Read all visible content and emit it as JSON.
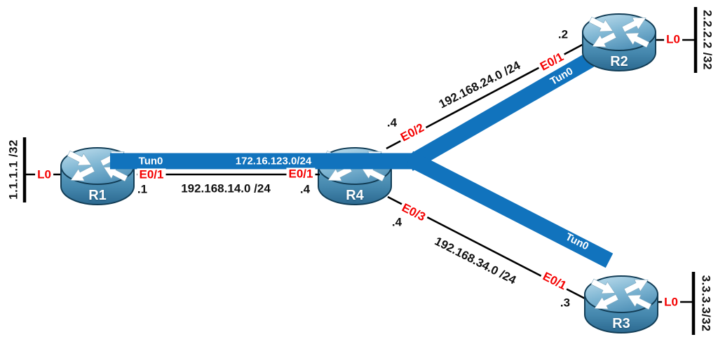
{
  "routers": {
    "r1": {
      "name": "R1"
    },
    "r2": {
      "name": "R2"
    },
    "r3": {
      "name": "R3"
    },
    "r4": {
      "name": "R4"
    }
  },
  "loopbacks": {
    "r1": {
      "iface": "L0",
      "network": "1.1.1.1 /32"
    },
    "r2": {
      "iface": "L0",
      "network": "2.2.2.2 /32"
    },
    "r3": {
      "iface": "L0",
      "network": "3.3.3.3/32"
    }
  },
  "links": {
    "r1_r4": {
      "network": "192.168.14.0 /24",
      "r1_iface": "E0/1",
      "r1_ip": ".1",
      "r4_iface": "E0/1",
      "r4_ip": ".4"
    },
    "r4_r2": {
      "network": "192.168.24.0 /24",
      "r4_iface": "E0/2",
      "r4_ip": ".4",
      "r2_iface": "E0/1",
      "r2_ip": ".2"
    },
    "r4_r3": {
      "network": "192.168.34.0 /24",
      "r4_iface": "E0/3",
      "r4_ip": ".4",
      "r3_iface": "E0/1",
      "r3_ip": ".3"
    }
  },
  "tunnels": {
    "network": "172.16.123.0/24",
    "r1_label": "Tun0",
    "r2_label": "Tun0",
    "r3_label": "Tun0"
  },
  "colors": {
    "tunnel_band": "#1173bd",
    "interface_label": "#f40000"
  }
}
